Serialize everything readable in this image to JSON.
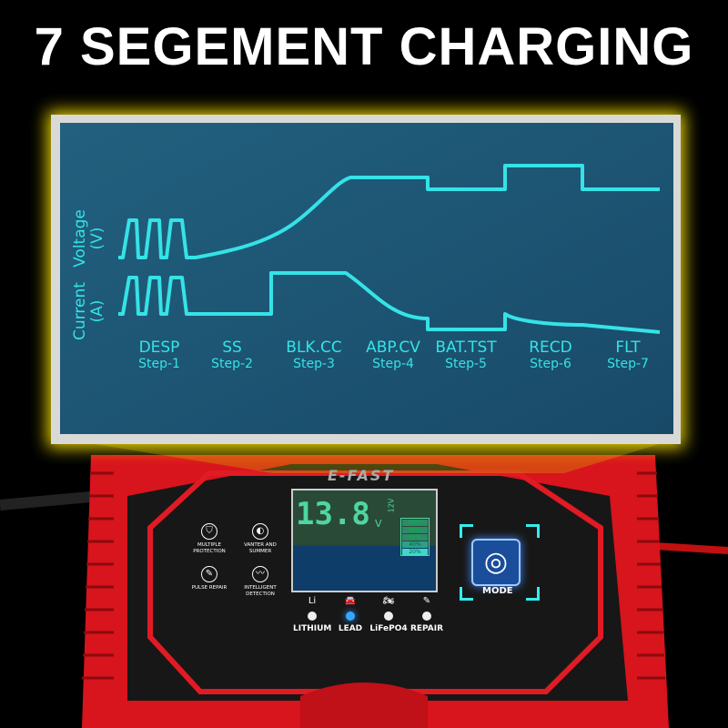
{
  "title": "7 SEGEMENT CHARGING",
  "diagram": {
    "voltage_label": "Voltage\n(V)",
    "voltage_label_lines": [
      "Voltage",
      "(V)"
    ],
    "current_label_lines": [
      "Current",
      "(A)"
    ],
    "steps": [
      {
        "name": "DESP",
        "step": "Step-1"
      },
      {
        "name": "SS",
        "step": "Step-2"
      },
      {
        "name": "BLK.CC",
        "step": "Step-3"
      },
      {
        "name": "ABP.CV",
        "step": "Step-4"
      },
      {
        "name": "BAT.TST",
        "step": "Step-5"
      },
      {
        "name": "RECD",
        "step": "Step-6"
      },
      {
        "name": "FLT",
        "step": "Step-7"
      }
    ],
    "line_color": "#35e3e6",
    "panel_color": "#1d5878"
  },
  "charger": {
    "brand": "E-FAST",
    "display_value": "13.8",
    "display_unit": "V",
    "display_voltage_mode": "12V",
    "battery_levels": [
      "100%",
      "80%",
      "60%",
      "40%",
      "20%"
    ],
    "features": [
      {
        "icon": "shield-icon",
        "label": "MULTIPLE PROTECTION"
      },
      {
        "icon": "half-circle-icon",
        "label": "VANTER AND SUMMER"
      },
      {
        "icon": "wrench-icon",
        "label": "PULSE REPAIR"
      },
      {
        "icon": "waveform-icon",
        "label": "INTELLIGENT DETECTION"
      }
    ],
    "modes": [
      {
        "label": "LITHIUM",
        "icon": "li-battery-icon",
        "active": false
      },
      {
        "label": "LEAD",
        "icon": "car-icon",
        "active": true
      },
      {
        "label": "LiFePO4",
        "icon": "motorcycle-icon",
        "active": false
      },
      {
        "label": "REPAIR",
        "icon": "wrench-icon",
        "active": false
      }
    ],
    "mode_button": "MODE",
    "body_color": "#d8141c"
  }
}
